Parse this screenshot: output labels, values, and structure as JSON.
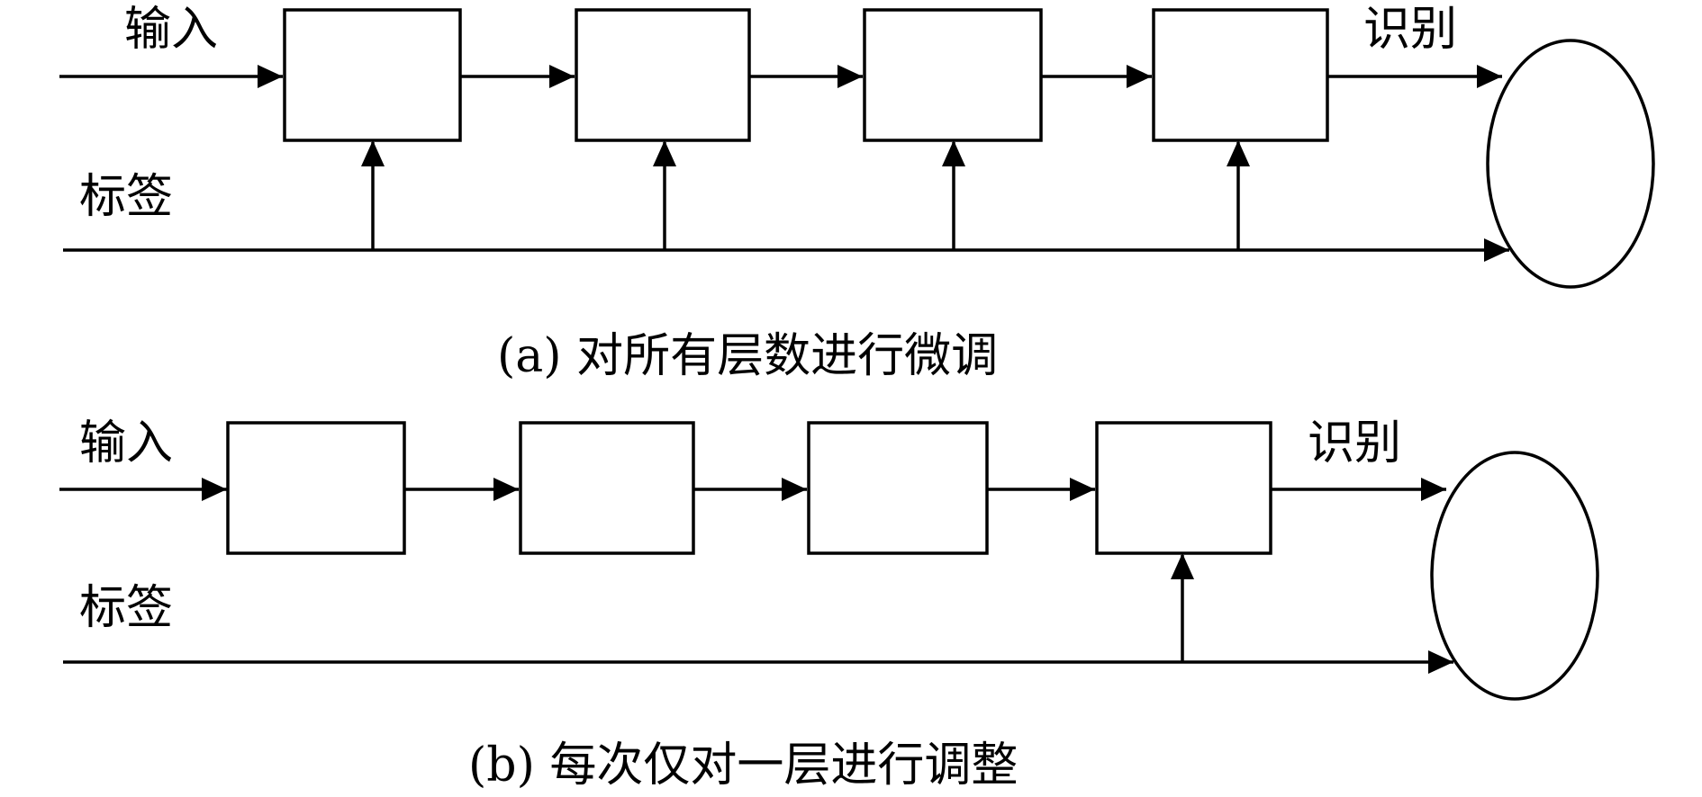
{
  "panels": [
    {
      "id": "a",
      "input_label": "输入",
      "label_label": "标签",
      "output_label": "识别",
      "caption": "(a) 对所有层数进行微调",
      "layer_count": 4,
      "label_feeds_layers": [
        1,
        2,
        3,
        4
      ]
    },
    {
      "id": "b",
      "input_label": "输入",
      "label_label": "标签",
      "output_label": "识别",
      "caption": "(b) 每次仅对一层进行调整",
      "layer_count": 4,
      "label_feeds_layers": [
        4
      ]
    }
  ]
}
